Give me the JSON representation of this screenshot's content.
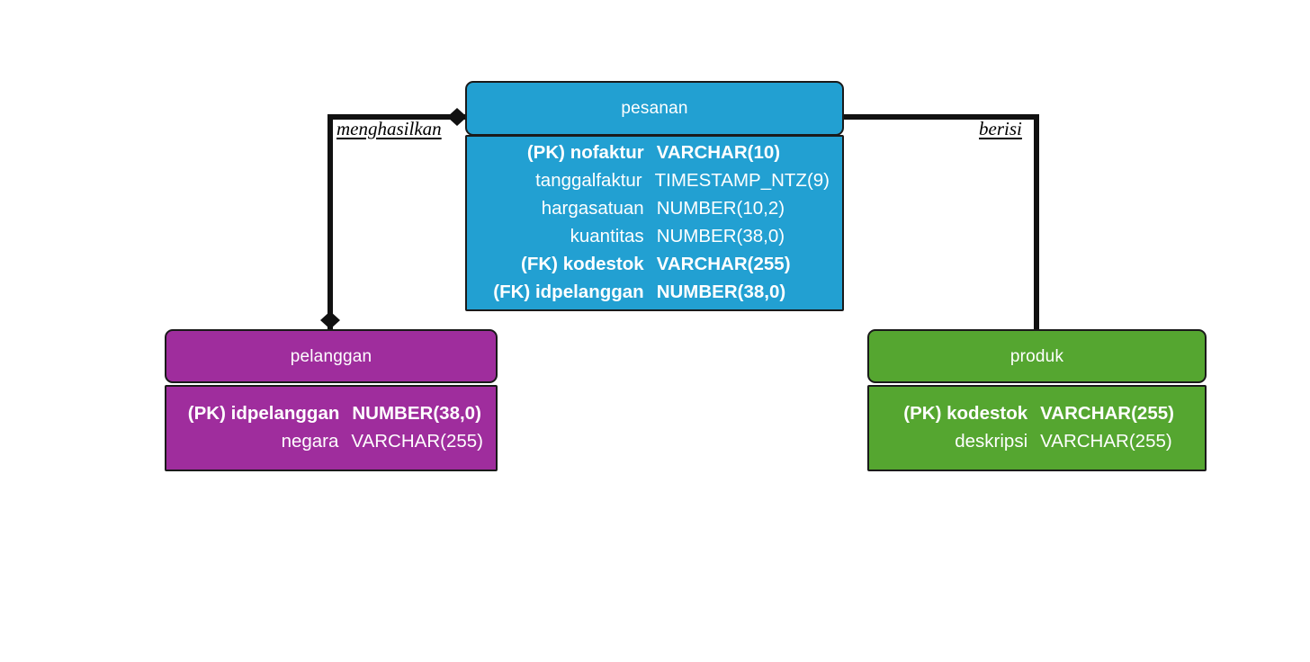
{
  "diagram": {
    "type": "entity-relationship-diagram",
    "background": "#ffffff",
    "line_color": "#111111"
  },
  "entities": [
    {
      "id": "pesanan",
      "name": "pesanan",
      "color": "#22a0d2",
      "attributes": [
        {
          "key": "(PK)",
          "name": "nofaktur",
          "type": "VARCHAR(10)"
        },
        {
          "key": "",
          "name": "tanggalfaktur",
          "type": "TIMESTAMP_NTZ(9)"
        },
        {
          "key": "",
          "name": "hargasatuan",
          "type": "NUMBER(10,2)"
        },
        {
          "key": "",
          "name": "kuantitas",
          "type": "NUMBER(38,0)"
        },
        {
          "key": "(FK)",
          "name": "kodestok",
          "type": "VARCHAR(255)"
        },
        {
          "key": "(FK)",
          "name": "idpelanggan",
          "type": "NUMBER(38,0)"
        }
      ]
    },
    {
      "id": "pelanggan",
      "name": "pelanggan",
      "color": "#9f2d9d",
      "attributes": [
        {
          "key": "(PK)",
          "name": "idpelanggan",
          "type": "NUMBER(38,0)"
        },
        {
          "key": "",
          "name": "negara",
          "type": "VARCHAR(255)"
        }
      ]
    },
    {
      "id": "produk",
      "name": "produk",
      "color": "#55a630",
      "attributes": [
        {
          "key": "(PK)",
          "name": "kodestok",
          "type": "VARCHAR(255)"
        },
        {
          "key": "",
          "name": "deskripsi",
          "type": "VARCHAR(255)"
        }
      ]
    }
  ],
  "relationships": [
    {
      "id": "menghasilkan",
      "label": "menghasilkan",
      "from": "pelanggan",
      "to": "pesanan",
      "marker": "diamond"
    },
    {
      "id": "berisi",
      "label": "berisi",
      "from": "pesanan",
      "to": "produk",
      "marker": "none"
    }
  ]
}
